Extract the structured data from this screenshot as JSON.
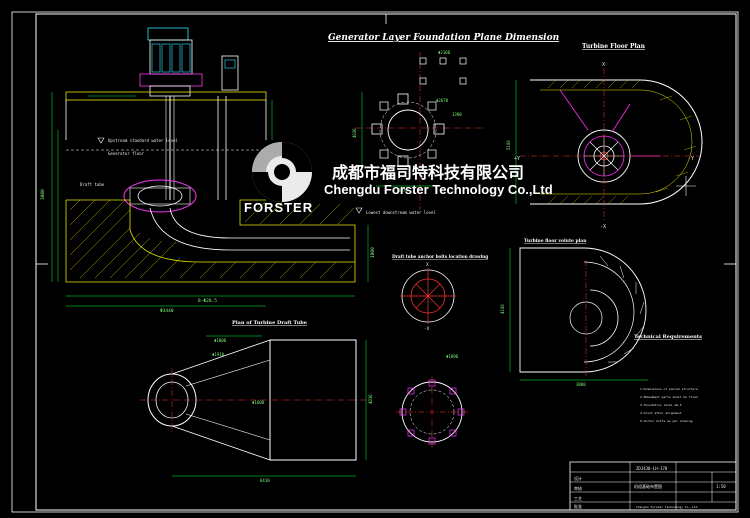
{
  "drawing": {
    "title": "Generator Layer Foundation Plane Dimension",
    "colors": {
      "background": "#000000",
      "line": "#ffffff",
      "dim": "#00ff33",
      "hatch": "#e6e600",
      "accent": "#ff33ff",
      "cyan": "#33e6ff",
      "red": "#ff3333"
    }
  },
  "watermark": {
    "company_cn": "成都市福司特科技有限公司",
    "company_en": "Chengdu Forster Technology Co.,Ltd",
    "logo_text": "FORSTER"
  },
  "views": {
    "turbine_floor_plan": "Turbine Floor Plan",
    "plan_of_turbine_draft_tube": "Plan of Turbine Draft Tube",
    "draft_tube_anchor_bolts": "Draft tube anchor bolts location drawing",
    "turbine_floor_volute_plan": "Turbine floor volute plan",
    "technical_requirements": "Technical Requirements"
  },
  "labels": {
    "draft_tube": "Draft tube",
    "lowest_downstream_water_level": "Lowest downstream water level",
    "upstream_water_level": "Upstream standard water level",
    "axis_x": "X",
    "axis_y": "Y",
    "axis_neg_x": "-X",
    "axis_pos_y": "+Y",
    "axis_neg_y": "-Y"
  },
  "dimensions": [
    "Φ1890",
    "4036",
    "3000",
    "Φ2160",
    "8-Φ28.5",
    "Φ3440",
    "Φ2670",
    "1390",
    "2670",
    "4036",
    "5100",
    "6410",
    "1000",
    "Φ1800",
    "Φ1910",
    "Φ1600"
  ],
  "title_block": {
    "scale": "1:50",
    "rows": [
      "设计",
      "审核",
      "工艺",
      "批准"
    ],
    "drawing_no": "ZDJ430-LH-170",
    "company_short": "Chengdu Forster Technology Co.,Ltd",
    "title_cn": "机组基础布置图"
  }
}
